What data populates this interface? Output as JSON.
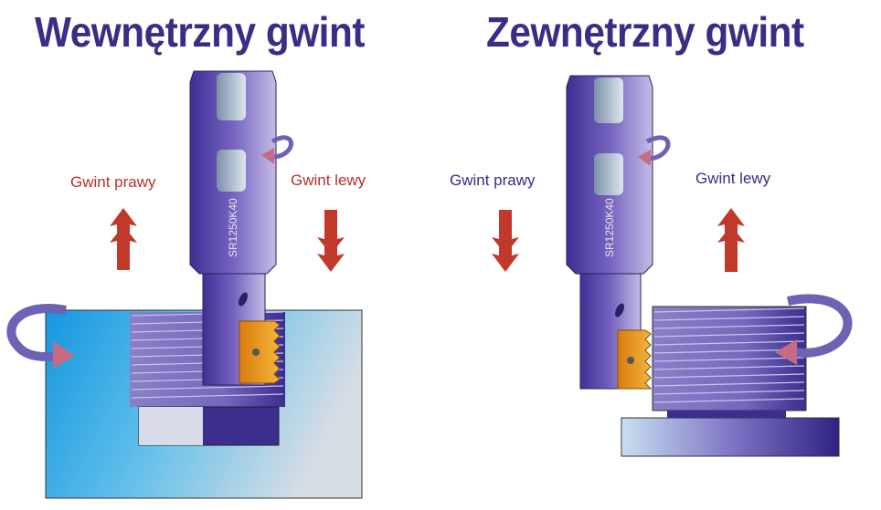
{
  "titles": {
    "internal": "Wewnętrzny gwint",
    "external": "Zewnętrzny gwint"
  },
  "internal": {
    "right_label": "Gwint prawy",
    "left_label": "Gwint lewy",
    "label_color": "#b8302b",
    "tool_code": "SR1250K40"
  },
  "external": {
    "right_label": "Gwint prawy",
    "left_label": "Gwint lewy",
    "label_color": "#3a2d86",
    "tool_code": "SR1250K40"
  },
  "colors": {
    "title": "#3a2d86",
    "arrow_red": "#c0392b",
    "tool": "#6a55b5",
    "insert": "#e8951a"
  }
}
